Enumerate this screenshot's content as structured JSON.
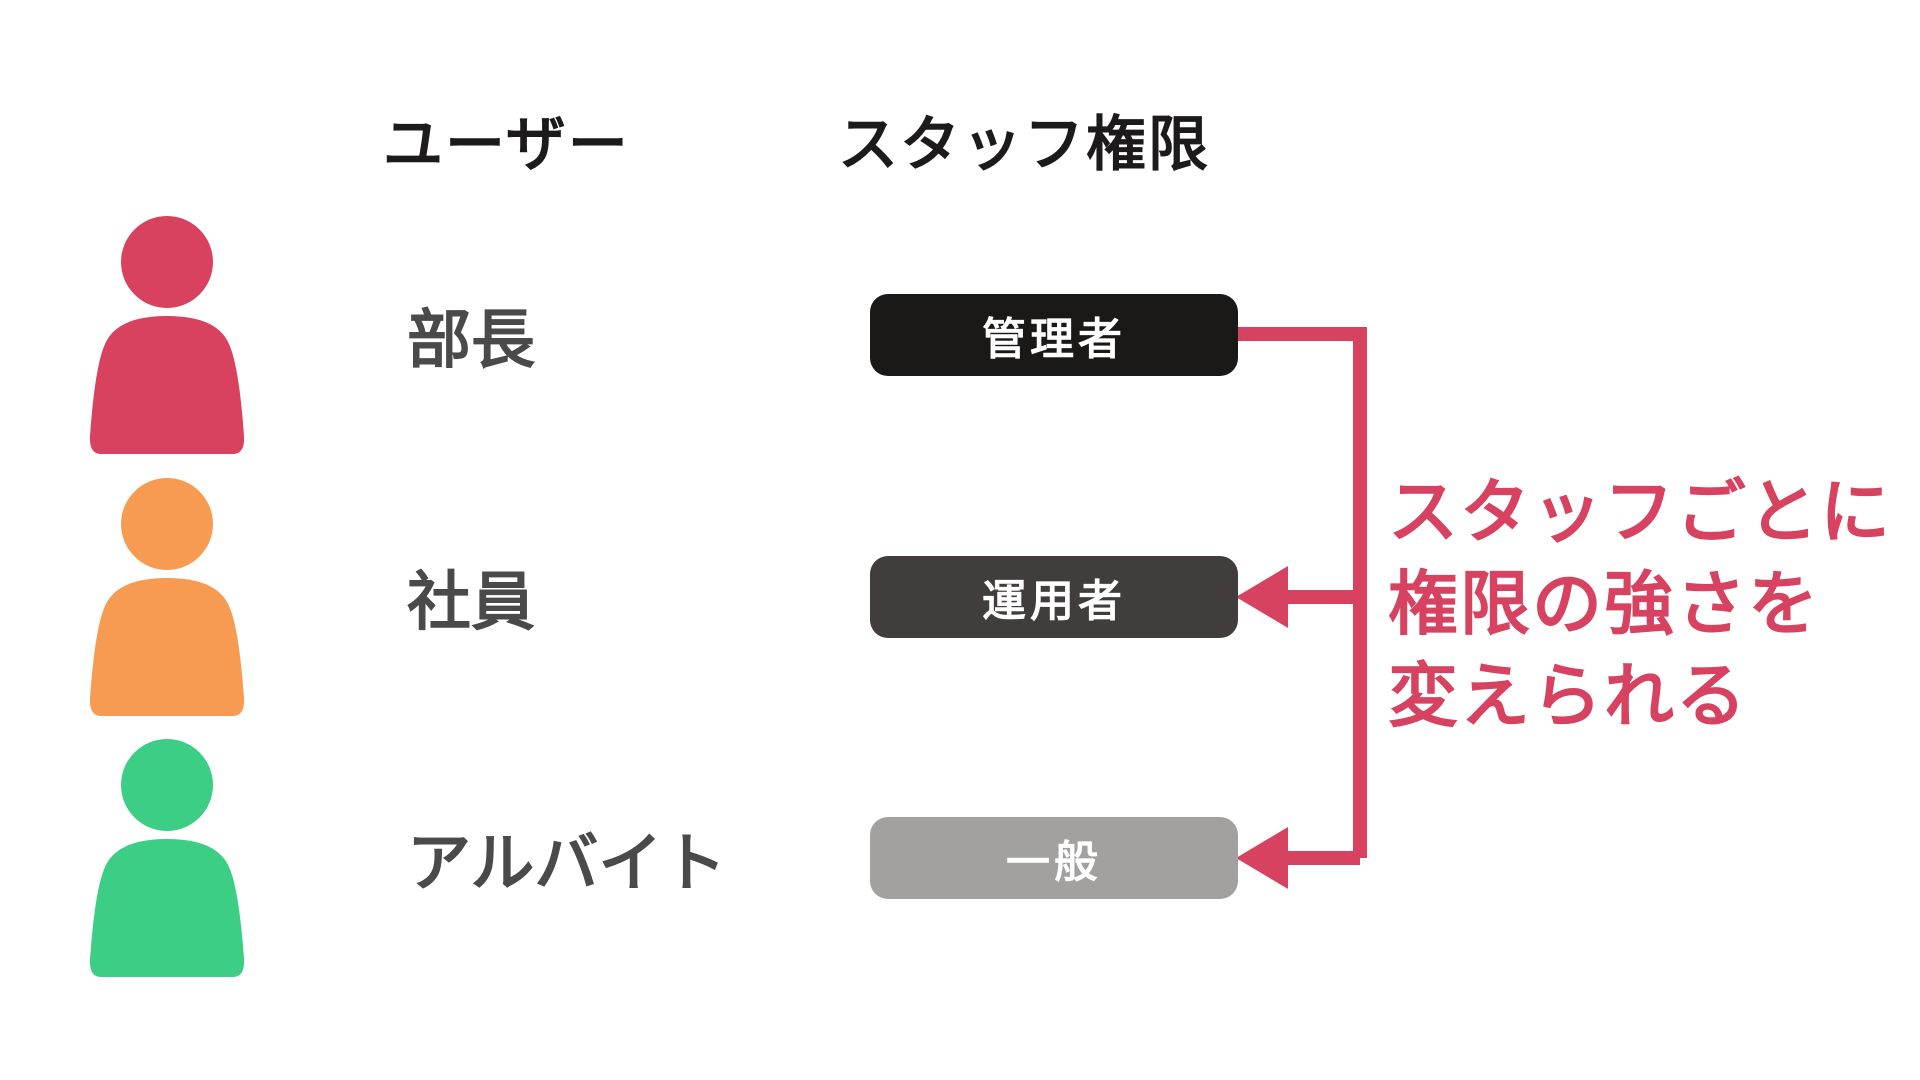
{
  "columns": {
    "users_header": "ユーザー",
    "permissions_header": "スタッフ権限"
  },
  "rows": [
    {
      "user": "部長",
      "permission": "管理者",
      "icon": "person-icon",
      "icon_color": "#D8425F",
      "badge_color": "#1B1818",
      "badge_text_color": "#FFFFFF"
    },
    {
      "user": "社員",
      "permission": "運用者",
      "icon": "person-icon",
      "icon_color": "#F79B52",
      "badge_color": "#413D3D",
      "badge_text_color": "#FFFFFF"
    },
    {
      "user": "アルバイト",
      "permission": "一般",
      "icon": "person-icon",
      "icon_color": "#3BCE84",
      "badge_color": "#A3A0A0",
      "badge_text_color": "#FFFFFF"
    }
  ],
  "annotation": {
    "line1": "スタッフごとに",
    "line2": "権限の強さを",
    "line3": "変えられる",
    "color": "#D6425F"
  },
  "connector": {
    "color": "#D6425F"
  }
}
